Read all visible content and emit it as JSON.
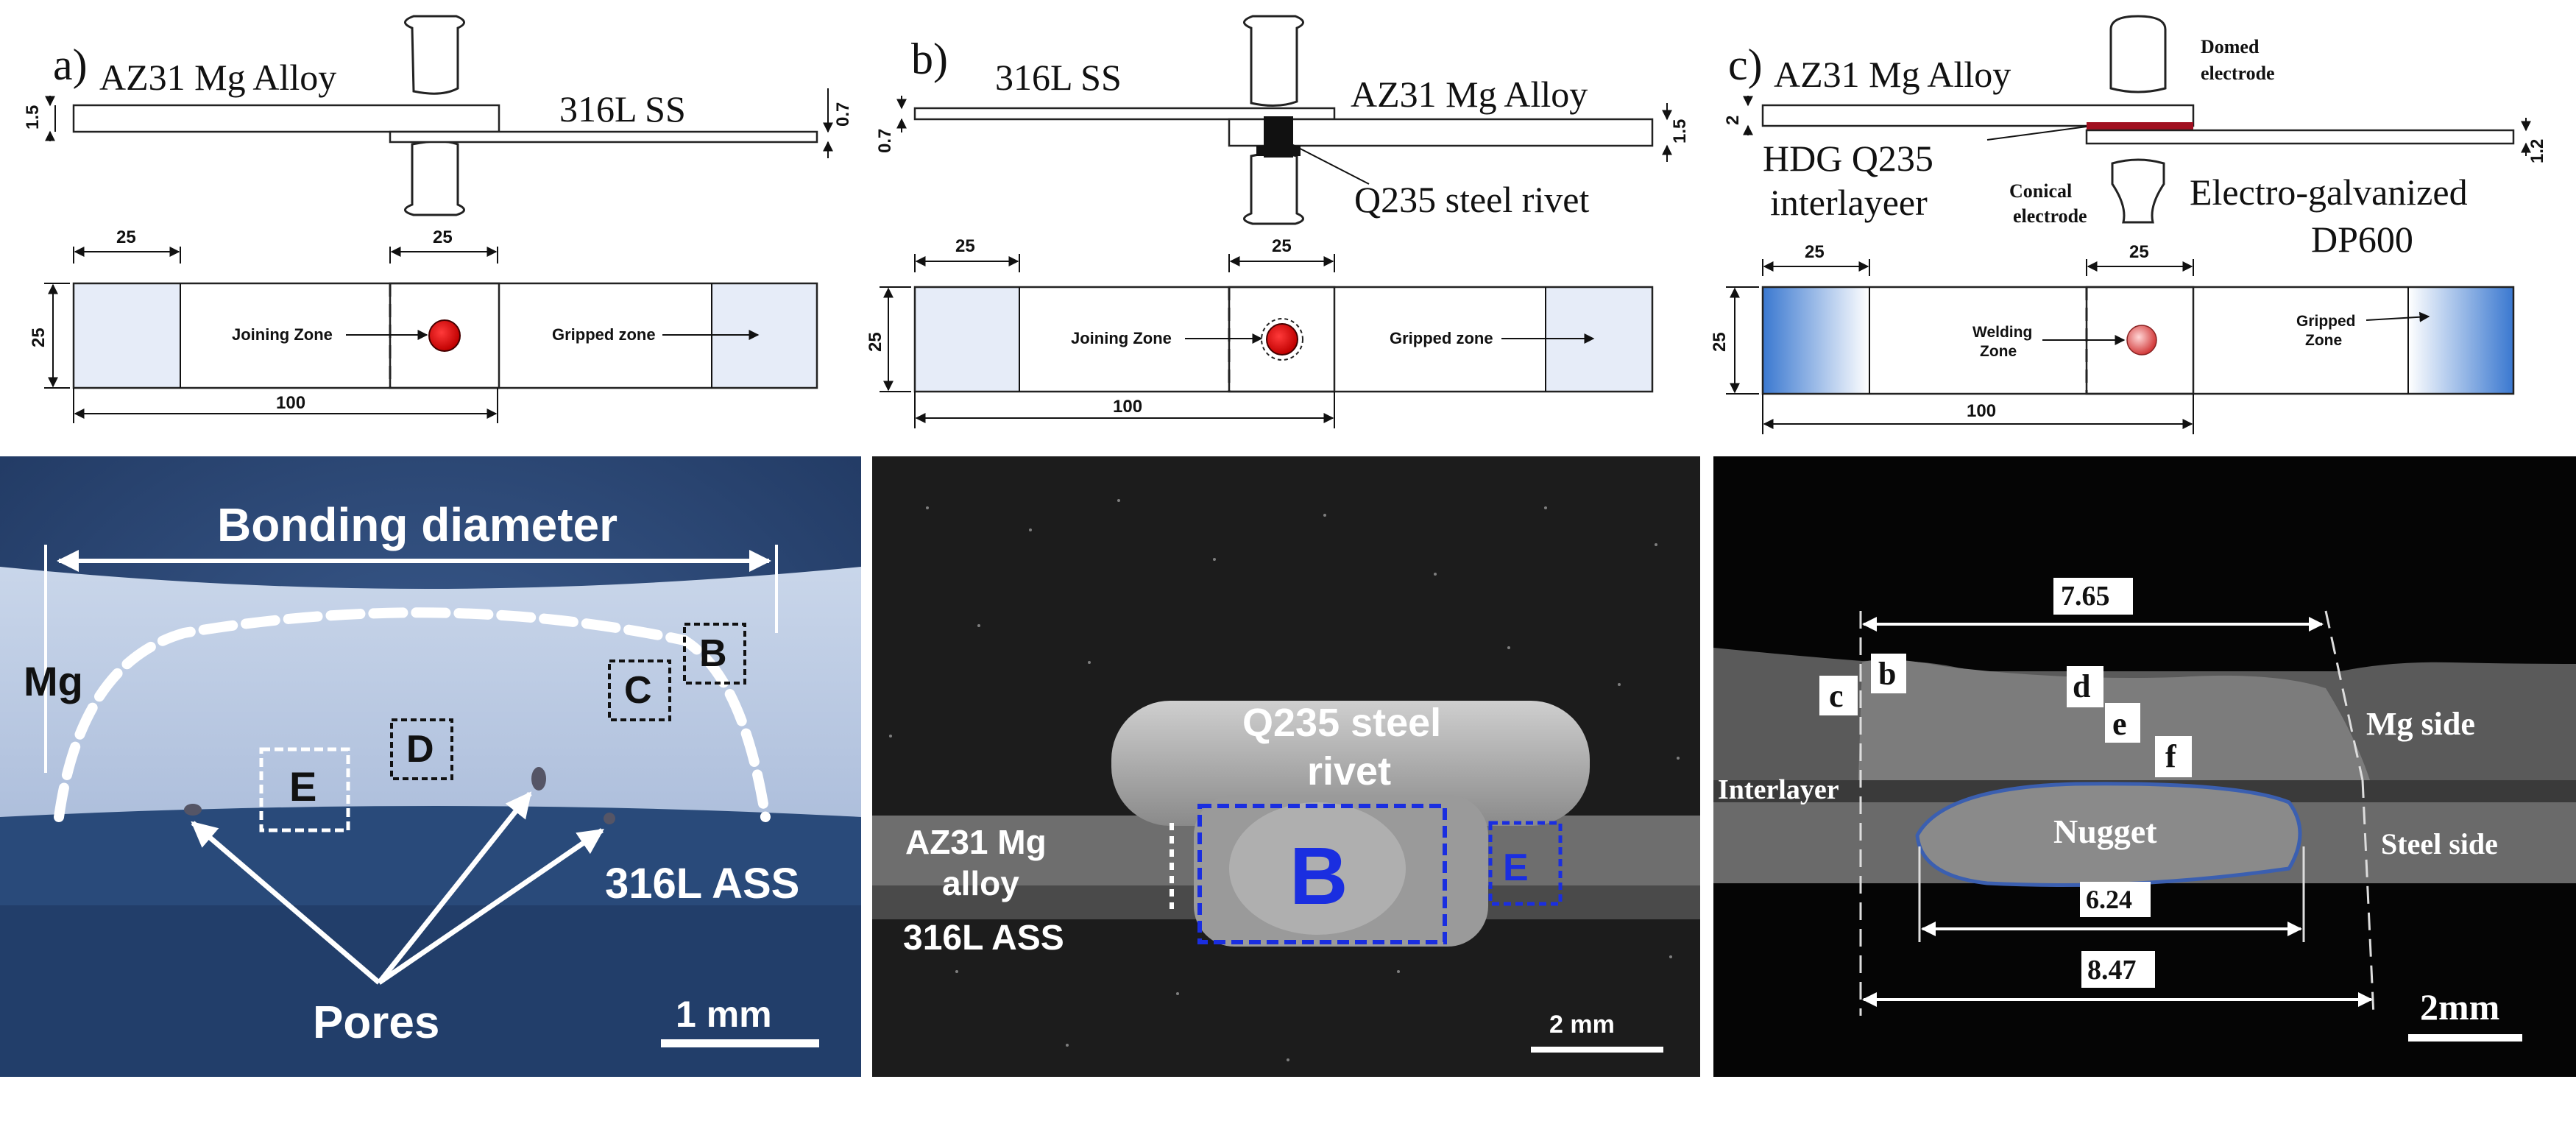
{
  "panel_a": {
    "label": "a)",
    "top_material": "AZ31 Mg Alloy",
    "bottom_material": "316L SS",
    "thickness_top": "1.5",
    "thickness_bottom": "0.7",
    "dim_left": "25",
    "dim_overlap": "25",
    "dim_width": "25",
    "dim_length": "100",
    "zone_label": "Joining Zone",
    "gripped_label": "Gripped zone",
    "micrograph": {
      "bonding_label": "Bonding diameter",
      "mg_label": "Mg",
      "steel_label": "316L ASS",
      "pores_label": "Pores",
      "scale_label": "1 mm",
      "box_b": "B",
      "box_c": "C",
      "box_d": "D",
      "box_e": "E"
    }
  },
  "panel_b": {
    "label": "b)",
    "top_material": "316L SS",
    "bottom_material": "AZ31 Mg Alloy",
    "thickness_top": "0.7",
    "thickness_bottom": "1.5",
    "rivet_label": "Q235 steel rivet",
    "dim_left": "25",
    "dim_overlap": "25",
    "dim_width": "25",
    "dim_length": "100",
    "zone_label": "Joining Zone",
    "gripped_label": "Gripped zone",
    "micrograph": {
      "rivet_label_line1": "Q235 steel",
      "rivet_label_line2": "rivet",
      "mg_label_line1": "AZ31 Mg",
      "mg_label_line2": "alloy",
      "steel_label": "316L ASS",
      "box_b": "B",
      "box_e": "E",
      "scale_label": "2 mm"
    }
  },
  "panel_c": {
    "label": "c)",
    "top_material": "AZ31 Mg Alloy",
    "domed_line1": "Domed",
    "domed_line2": "electrode",
    "thickness_top": "2",
    "thickness_bottom": "1.2",
    "interlayer_line1": "HDG Q235",
    "interlayer_line2": "interlayeer",
    "conical_line1": "Conical",
    "conical_line2": "electrode",
    "steel_line1": "Electro-galvanized",
    "steel_line2": "DP600",
    "dim_left": "25",
    "dim_overlap": "25",
    "dim_width": "25",
    "dim_length": "100",
    "zone_line1": "Welding",
    "zone_line2": "Zone",
    "gripped_line1": "Gripped",
    "gripped_line2": "Zone",
    "micrograph": {
      "dim_top": "7.65",
      "dim_nugget": "6.24",
      "dim_bottom": "8.47",
      "mg_side": "Mg side",
      "steel_side": "Steel side",
      "interlayer": "Interlayer",
      "nugget": "Nugget",
      "tag_b": "b",
      "tag_c": "c",
      "tag_d": "d",
      "tag_e": "e",
      "tag_f": "f",
      "scale_label": "2mm"
    }
  },
  "colors": {
    "weld_spot": "#e01010",
    "grip_fill": "#e6ecf8",
    "grip_gradient": "#3a78d0",
    "micro_a_bg": "#2a4672",
    "micro_b_bg": "#1a1a1a",
    "micro_c_bg": "#050505",
    "box_blue": "#1a2ee0"
  }
}
